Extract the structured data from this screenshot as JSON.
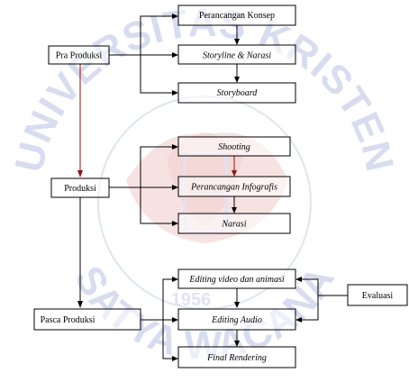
{
  "nodes": {
    "pra_produksi": "Pra Produksi",
    "produksi": "Produksi",
    "pasca_produksi": "Pasca Produksi",
    "evaluasi": "Evaluasi",
    "perancangan_konsep": "Perancangan Konsep",
    "storyline_narasi": "Storyline & Narasi",
    "storyboard": "Storyboard",
    "shooting": "Shooting",
    "perancangan_infografis": "Perancangan Infografis",
    "narasi": "Narasi",
    "editing_video_animasi": "Editing video dan animasi",
    "editing_audio": "Editing Audio",
    "final_rendering": "Final Rendering"
  },
  "watermark": {
    "text": "UNIVERSITAS KRISTEN SATYA WACANA",
    "year": "1956",
    "color": "#a8b2dc",
    "accent": "#e8a3a3"
  },
  "colors": {
    "line": "#000000",
    "red_arrow": "#8a1212"
  }
}
